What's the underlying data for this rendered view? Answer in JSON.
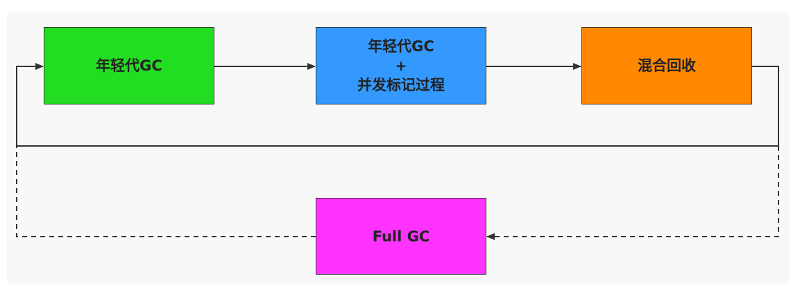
{
  "nodes": {
    "young_gc": {
      "label": "年轻代GC",
      "color": "#22dd22"
    },
    "young_concurrent": {
      "line1": "年轻代GC",
      "line2": "+",
      "line3": "并发标记过程",
      "color": "#3399ff"
    },
    "mixed": {
      "label": "混合回收",
      "color": "#ff8800"
    },
    "full_gc": {
      "label": "Full GC",
      "color": "#ff33ff"
    }
  },
  "edges": [
    {
      "from": "young_gc",
      "to": "young_concurrent",
      "style": "solid"
    },
    {
      "from": "young_concurrent",
      "to": "mixed",
      "style": "solid"
    },
    {
      "from": "mixed",
      "to": "young_gc",
      "style": "solid"
    },
    {
      "from": "mixed",
      "to": "full_gc",
      "style": "dashed"
    },
    {
      "from": "full_gc",
      "to": "young_gc",
      "style": "dashed"
    }
  ]
}
